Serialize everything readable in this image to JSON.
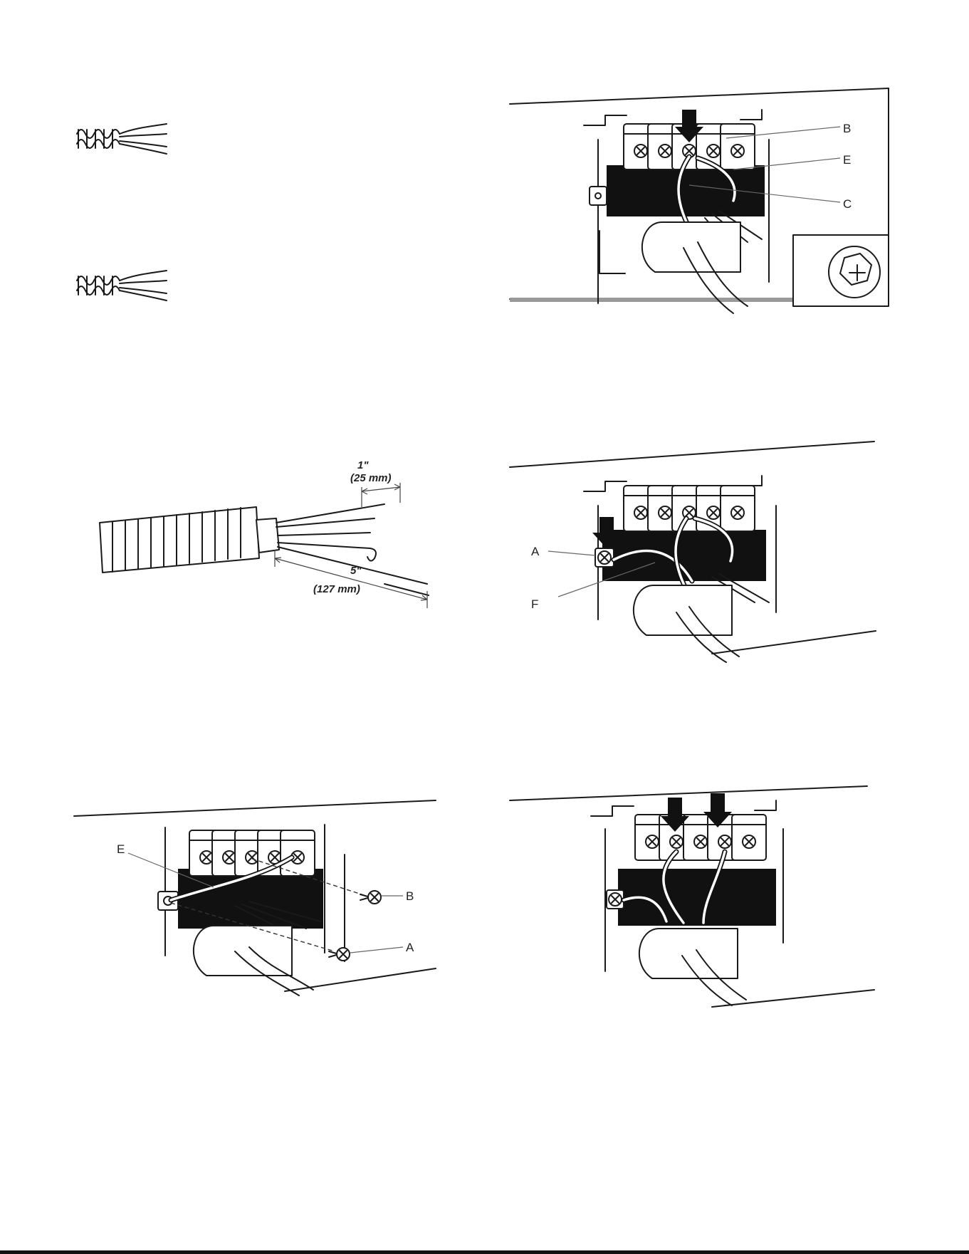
{
  "figures": {
    "stripped_wire_top": {
      "name": "stripped-wire-tip"
    },
    "stripped_wire_bottom": {
      "name": "stripped-wire-tip"
    },
    "cable_strip": {
      "dim_1_in": "1\"",
      "dim_1_mm": "(25 mm)",
      "dim_5_in": "5\"",
      "dim_5_mm": "(127 mm)"
    },
    "terminal_b_e_c": {
      "label_b": "B",
      "label_e": "E",
      "label_c": "C"
    },
    "terminal_a_f": {
      "label_a": "A",
      "label_f": "F"
    },
    "terminal_e_b_a": {
      "label_e": "E",
      "label_b": "B",
      "label_a": "A"
    },
    "terminal_two_arrows": {}
  }
}
